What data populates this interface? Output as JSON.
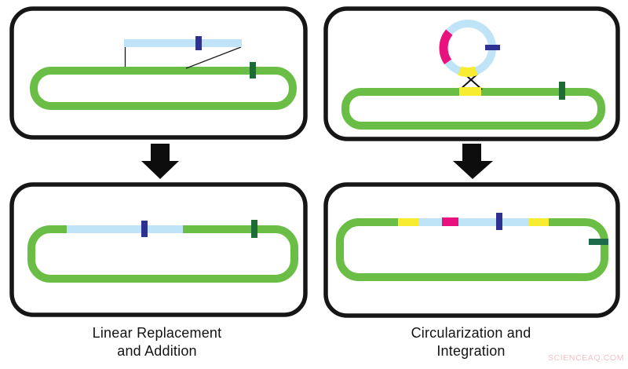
{
  "figure": {
    "left_pathway": {
      "caption_line1": "Linear Replacement",
      "caption_line2": "and Addition"
    },
    "right_pathway": {
      "caption_line1": "Circularization and",
      "caption_line2": "Integration"
    }
  },
  "watermark": "SCIENCEAQ.COM",
  "colors": {
    "chromosome-green": "#6abd45",
    "insert-blue": "#bfe4f7",
    "homology-yellow": "#f7ec2f",
    "marker-magenta": "#e8117d",
    "marker-navy": "#2e3192",
    "marker-darkgreen": "#1d6b35",
    "marker-teal": "#1e6b4c",
    "outline-black": "#161616"
  }
}
